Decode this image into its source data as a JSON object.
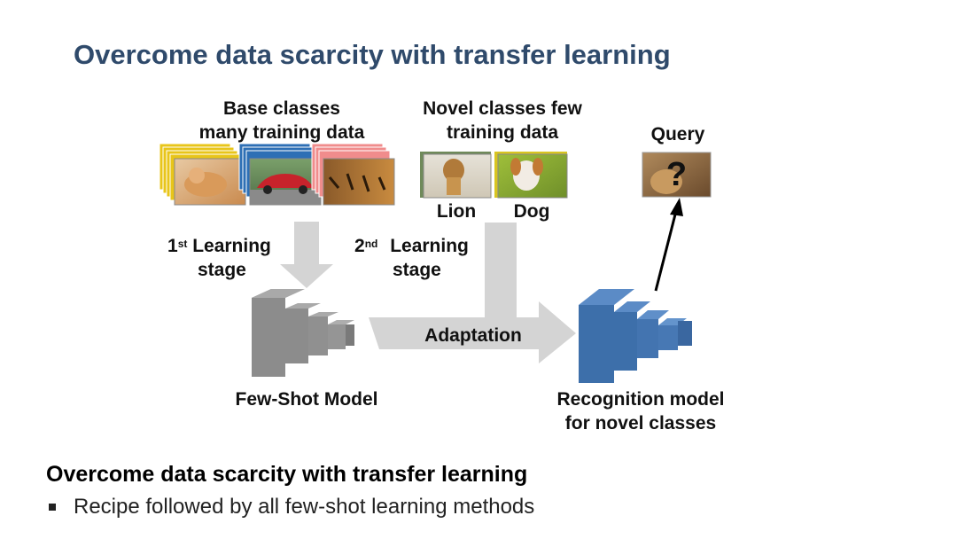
{
  "slide": {
    "title": "Overcome data scarcity with transfer learning"
  },
  "diagram": {
    "base_classes_line1": "Base classes",
    "base_classes_line2": "many training data",
    "novel_classes_line1": "Novel classes few",
    "novel_classes_line2": "training data",
    "query_label": "Query",
    "query_mark": "?",
    "lion_label": "Lion",
    "dog_label": "Dog",
    "stage1_prefix": "1",
    "stage1_sup": "st",
    "stage1_word": "Learning",
    "stage1_line2": "stage",
    "stage2_prefix": "2",
    "stage2_sup": "nd",
    "stage2_word": "Learning",
    "stage2_line2": "stage",
    "adaptation_label": "Adaptation",
    "few_shot_model_label": "Few-Shot Model",
    "recognition_line1": "Recognition model",
    "recognition_line2": "for novel classes",
    "colors": {
      "title": "#2f4a6b",
      "gray_model": "#8c8c8c",
      "blue_model": "#3d6faa",
      "arrow_gray": "#d4d4d4",
      "stack_yellow": "#e8c51a",
      "stack_blue": "#2d6fb5",
      "stack_pink": "#f08c8c"
    },
    "icons": [
      "cat-photo",
      "car-photo",
      "tiger-photo",
      "lion-photo",
      "dog-photo",
      "query-photo"
    ]
  },
  "section": {
    "heading": "Overcome data scarcity with transfer learning",
    "bullets": [
      "Recipe followed by all few-shot learning methods"
    ]
  }
}
